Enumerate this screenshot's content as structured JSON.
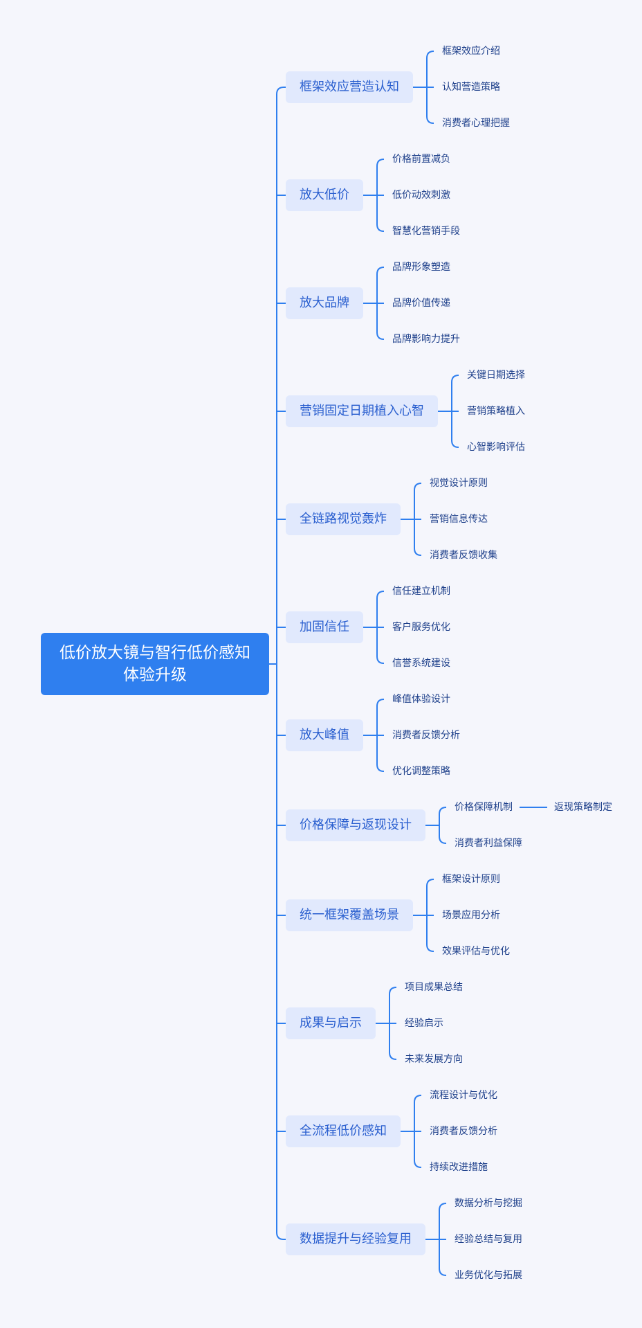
{
  "root": {
    "label": "低价放大镜与智行低价感知体验升级"
  },
  "branches": [
    {
      "label": "框架效应营造认知",
      "children": [
        {
          "label": "框架效应介绍"
        },
        {
          "label": "认知营造策略"
        },
        {
          "label": "消费者心理把握"
        }
      ]
    },
    {
      "label": "放大低价",
      "children": [
        {
          "label": "价格前置减负"
        },
        {
          "label": "低价动效刺激"
        },
        {
          "label": "智慧化营销手段"
        }
      ]
    },
    {
      "label": "放大品牌",
      "children": [
        {
          "label": "品牌形象塑造"
        },
        {
          "label": "品牌价值传递"
        },
        {
          "label": "品牌影响力提升"
        }
      ]
    },
    {
      "label": "营销固定日期植入心智",
      "children": [
        {
          "label": "关键日期选择"
        },
        {
          "label": "营销策略植入"
        },
        {
          "label": "心智影响评估"
        }
      ]
    },
    {
      "label": "全链路视觉轰炸",
      "children": [
        {
          "label": "视觉设计原则"
        },
        {
          "label": "营销信息传达"
        },
        {
          "label": "消费者反馈收集"
        }
      ]
    },
    {
      "label": "加固信任",
      "children": [
        {
          "label": "信任建立机制"
        },
        {
          "label": "客户服务优化"
        },
        {
          "label": "信誉系统建设"
        }
      ]
    },
    {
      "label": "放大峰值",
      "children": [
        {
          "label": "峰值体验设计"
        },
        {
          "label": "消费者反馈分析"
        },
        {
          "label": "优化调整策略"
        }
      ]
    },
    {
      "label": "价格保障与返现设计",
      "children": [
        {
          "label": "价格保障机制",
          "children": [
            {
              "label": "返现策略制定"
            }
          ]
        },
        {
          "label": "消费者利益保障"
        }
      ]
    },
    {
      "label": "统一框架覆盖场景",
      "children": [
        {
          "label": "框架设计原则"
        },
        {
          "label": "场景应用分析"
        },
        {
          "label": "效果评估与优化"
        }
      ]
    },
    {
      "label": "成果与启示",
      "children": [
        {
          "label": "项目成果总结"
        },
        {
          "label": "经验启示"
        },
        {
          "label": "未来发展方向"
        }
      ]
    },
    {
      "label": "全流程低价感知",
      "children": [
        {
          "label": "流程设计与优化"
        },
        {
          "label": "消费者反馈分析"
        },
        {
          "label": "持续改进措施"
        }
      ]
    },
    {
      "label": "数据提升与经验复用",
      "children": [
        {
          "label": "数据分析与挖掘"
        },
        {
          "label": "经验总结与复用"
        },
        {
          "label": "业务优化与拓展"
        }
      ]
    }
  ],
  "colors": {
    "line": "#2f7fef",
    "root_bg": "#2f7fef",
    "branch_bg": "#e1e9fd",
    "branch_text": "#2a5fcf",
    "leaf_text": "#1d3f8a",
    "background": "#f5f6fc"
  }
}
